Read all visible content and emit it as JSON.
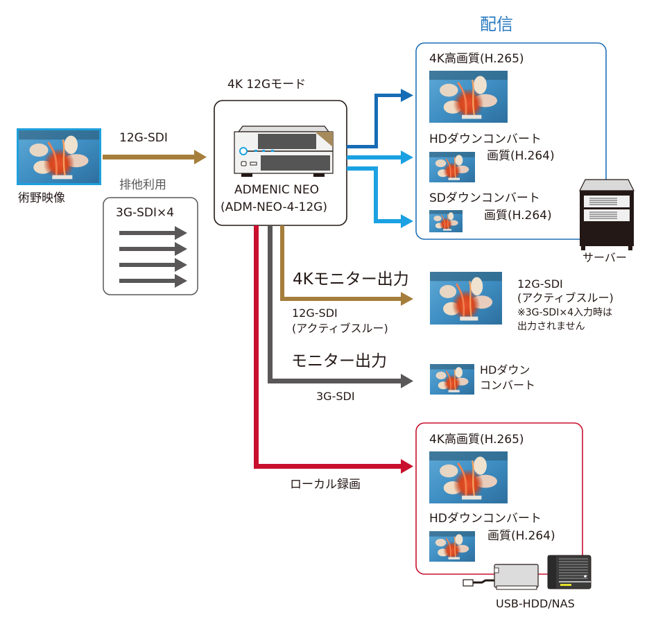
{
  "colors": {
    "arrow_input": "#a57e3c",
    "arrow_stream_dark": "#176db5",
    "arrow_stream_light": "#1ba1e2",
    "arrow_monitor_gray": "#595757",
    "arrow_record_red": "#c8102e",
    "stream_box_border": "#1f6fb5",
    "record_box_border": "#c8102e",
    "title_blue": "#2a7ac0",
    "text_main": "#231815",
    "text_gray": "#595757"
  },
  "source": {
    "label": "術野映像",
    "input_signal": "12G-SDI",
    "exclusive_label": "排他利用",
    "alt_input": "3G-SDI×4",
    "alt_input_arrow_count": 4,
    "icon": "surgical-video-thumbnail"
  },
  "device": {
    "mode": "4K 12Gモード",
    "name": "ADMENIC NEO",
    "model": "(ADM-NEO-4-12G)",
    "icon": "encoder-device-icon"
  },
  "streaming": {
    "title": "配信",
    "items": [
      {
        "label": "4K高画質(H.265)",
        "line2": ""
      },
      {
        "label": "HDダウンコンバート",
        "line2": "画質(H.264)"
      },
      {
        "label": "SDダウンコンバート",
        "line2": "画質(H.264)"
      }
    ],
    "server_label": "サーバー",
    "server_icon": "server-rack-icon"
  },
  "monitor_4k": {
    "title": "4Kモニター出力",
    "signal_line1": "12G-SDI",
    "signal_line2": "(アクティブスルー)",
    "note_line1": "12G-SDI",
    "note_line2": "(アクティブスルー)",
    "note_line3": "※3G-SDI×4入力時は",
    "note_line4": "出力されません"
  },
  "monitor": {
    "title": "モニター出力",
    "signal": "3G-SDI",
    "note_line1": "HDダウン",
    "note_line2": "コンバート"
  },
  "recording": {
    "title": "ローカル録画",
    "items": [
      {
        "label": "4K高画質(H.265)",
        "line2": ""
      },
      {
        "label": "HDダウンコンバート",
        "line2": "画質(H.264)"
      }
    ],
    "storage_label": "USB-HDD/NAS",
    "storage_icons": [
      "usb-hdd-icon",
      "nas-icon"
    ]
  }
}
